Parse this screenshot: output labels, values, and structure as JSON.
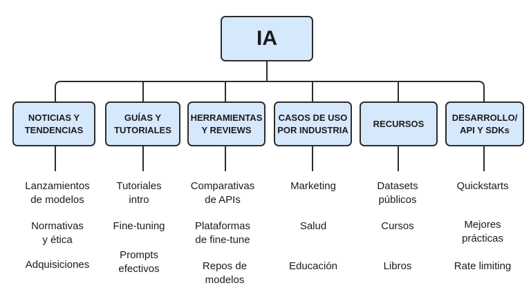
{
  "root": {
    "label": "IA"
  },
  "categories": [
    {
      "label": "NOTICIAS Y\nTENDENCIAS",
      "items": [
        "Lanzamientos\nde modelos",
        "Normativas\ny ética",
        "Adquisiciones"
      ]
    },
    {
      "label": "GUÍAS Y\nTUTORIALES",
      "items": [
        "Tutoriales\nintro",
        "Fine-tuning",
        "Prompts\nefectivos"
      ]
    },
    {
      "label": "HERRAMIENTAS\nY REVIEWS",
      "items": [
        "Comparativas\nde APIs",
        "Plataformas\nde fine-tune",
        "Repos de\nmodelos"
      ]
    },
    {
      "label": "CASOS DE USO\nPOR INDUSTRIA",
      "items": [
        "Marketing",
        "Salud",
        "Educación"
      ]
    },
    {
      "label": "RECURSOS",
      "items": [
        "Datasets\npúblicos",
        "Cursos",
        "Libros"
      ]
    },
    {
      "label": "DESARROLLO/\nAPI Y SDKs",
      "items": [
        "Quickstarts",
        "Mejores\nprácticas",
        "Rate limiting"
      ]
    }
  ],
  "colors": {
    "box_fill": "#d6e8fb",
    "stroke": "#2b2b2b"
  }
}
